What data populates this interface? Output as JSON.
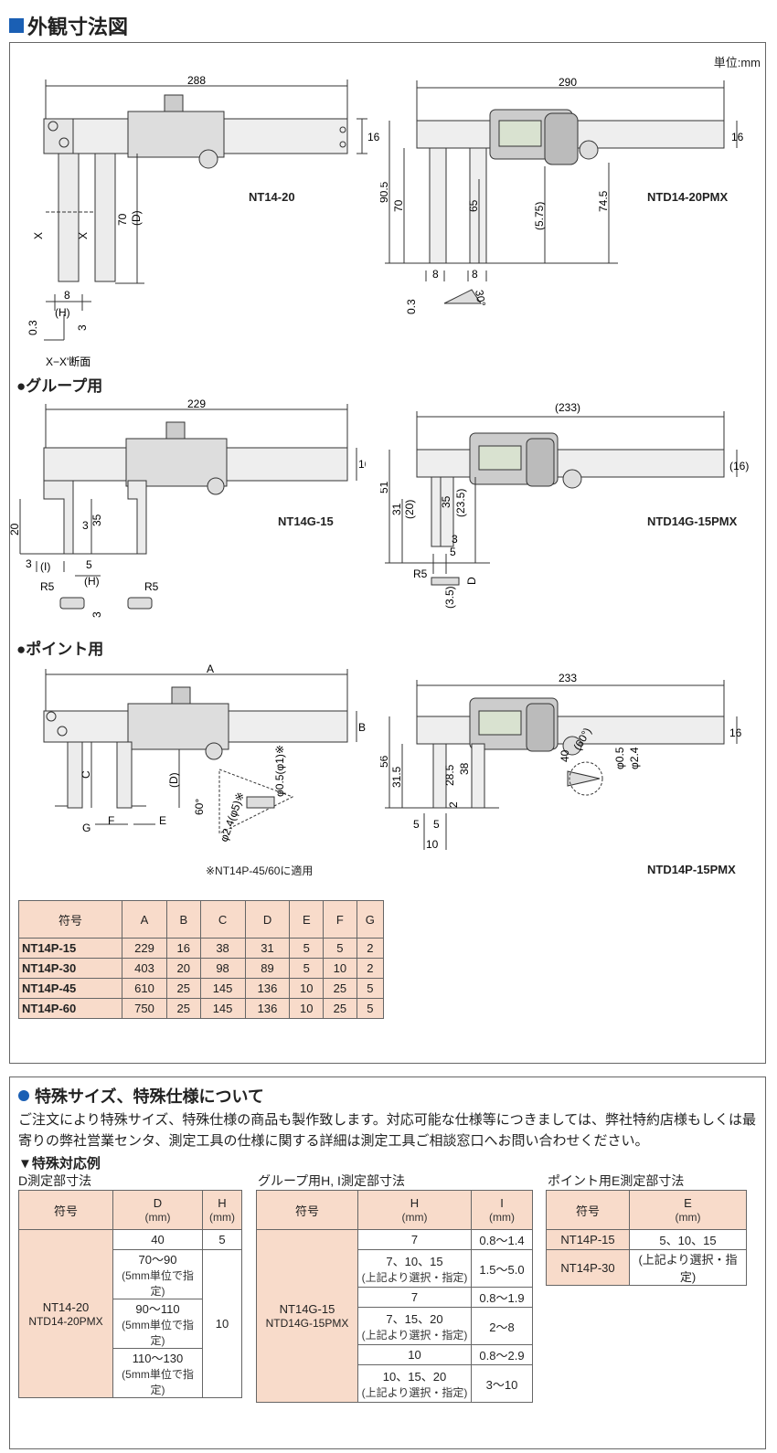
{
  "title": "外観寸法図",
  "unit": "単位:mm",
  "models": {
    "a": "NT14-20",
    "b": "NTD14-20PMX",
    "c": "NT14G-15",
    "d": "NTD14G-15PMX",
    "e": "NTD14P-15PMX"
  },
  "sections": {
    "groove": "●グループ用",
    "point": "●ポイント用"
  },
  "dims": {
    "a_len": "288",
    "b_len": "290",
    "c_len": "229",
    "d_len": "(233)",
    "e_len": "233",
    "p_len": "A",
    "h16": "16",
    "h16p": "(16)",
    "hb": "B",
    "d70": "70",
    "dD": "(D)",
    "d905": "90.5",
    "d65": "65",
    "d575": "(5.75)",
    "d745": "74.5",
    "d8": "8",
    "d03": "0.3",
    "d30": "30°",
    "dH": "(H)",
    "d3": "3",
    "dX": "X",
    "xsec": "X−X'断面",
    "g20": "20",
    "g35": "35",
    "g51": "51",
    "g31": "31",
    "g20p": "(20)",
    "g235": "(23.5)",
    "g5": "5",
    "gI": "(I)",
    "gR5": "R5",
    "g35p": "(3.5)",
    "gD": "D",
    "p56": "56",
    "p315": "31.5",
    "p285": "28.5",
    "p38": "38",
    "p40": "40",
    "p2": "2",
    "p10": "10",
    "p60": "(60°)",
    "p05": "φ0.5",
    "p24": "φ2.4",
    "pC": "C",
    "pG": "G",
    "pF": "F",
    "pE": "E",
    "pD": "(D)",
    "p60b": "60°",
    "p245": "φ2.4(φ5)※",
    "p051": "φ0.5(φ1)※"
  },
  "note_p": "※NT14P-45/60に適用",
  "main_table": {
    "headers": [
      "符号",
      "A",
      "B",
      "C",
      "D",
      "E",
      "F",
      "G"
    ],
    "rows": [
      [
        "NT14P-15",
        "229",
        "16",
        "38",
        "31",
        "5",
        "5",
        "2"
      ],
      [
        "NT14P-30",
        "403",
        "20",
        "98",
        "89",
        "5",
        "10",
        "2"
      ],
      [
        "NT14P-45",
        "610",
        "25",
        "145",
        "136",
        "10",
        "25",
        "5"
      ],
      [
        "NT14P-60",
        "750",
        "25",
        "145",
        "136",
        "10",
        "25",
        "5"
      ]
    ]
  },
  "special": {
    "heading": "特殊サイズ、特殊仕様について",
    "para": "ご注文により特殊サイズ、特殊仕様の商品も製作致します。対応可能な仕様等につきましては、弊社特約店様もしくは最寄りの弊社営業センタ、測定工具の仕様に関する詳細は測定工具ご相談窓口へお問い合わせください。",
    "examples": "▼特殊対応例",
    "t1": {
      "label": "D測定部寸法",
      "h0": "符号",
      "h1": "D",
      "h1u": "(mm)",
      "h2": "H",
      "h2u": "(mm)",
      "model1": "NT14-20",
      "model2": "NTD14-20PMX",
      "r1d": "40",
      "r1h": "5",
      "r2d": "70〜90",
      "r2s": "(5mm単位で指定)",
      "r3d": "90〜110",
      "r3s": "(5mm単位で指定)",
      "r4d": "110〜130",
      "r4s": "(5mm単位で指定)",
      "h10": "10"
    },
    "t2": {
      "label": "グループ用H, I測定部寸法",
      "h0": "符号",
      "h1": "H",
      "h1u": "(mm)",
      "h2": "I",
      "h2u": "(mm)",
      "model1": "NT14G-15",
      "model2": "NTD14G-15PMX",
      "r1h": "7",
      "r1i": "0.8〜1.4",
      "r2h": "7、10、15",
      "r2s": "(上記より選択・指定)",
      "r2i": "1.5〜5.0",
      "r3h": "7",
      "r3i": "0.8〜1.9",
      "r4h": "7、15、20",
      "r4s": "(上記より選択・指定)",
      "r4i": "2〜8",
      "r5h": "10",
      "r5i": "0.8〜2.9",
      "r6h": "10、15、20",
      "r6s": "(上記より選択・指定)",
      "r6i": "3〜10"
    },
    "t3": {
      "label": "ポイント用E測定部寸法",
      "h0": "符号",
      "h1": "E",
      "h1u": "(mm)",
      "m1": "NT14P-15",
      "v1": "5、10、15",
      "m2": "NT14P-30",
      "v2": "(上記より選択・指定)"
    }
  }
}
